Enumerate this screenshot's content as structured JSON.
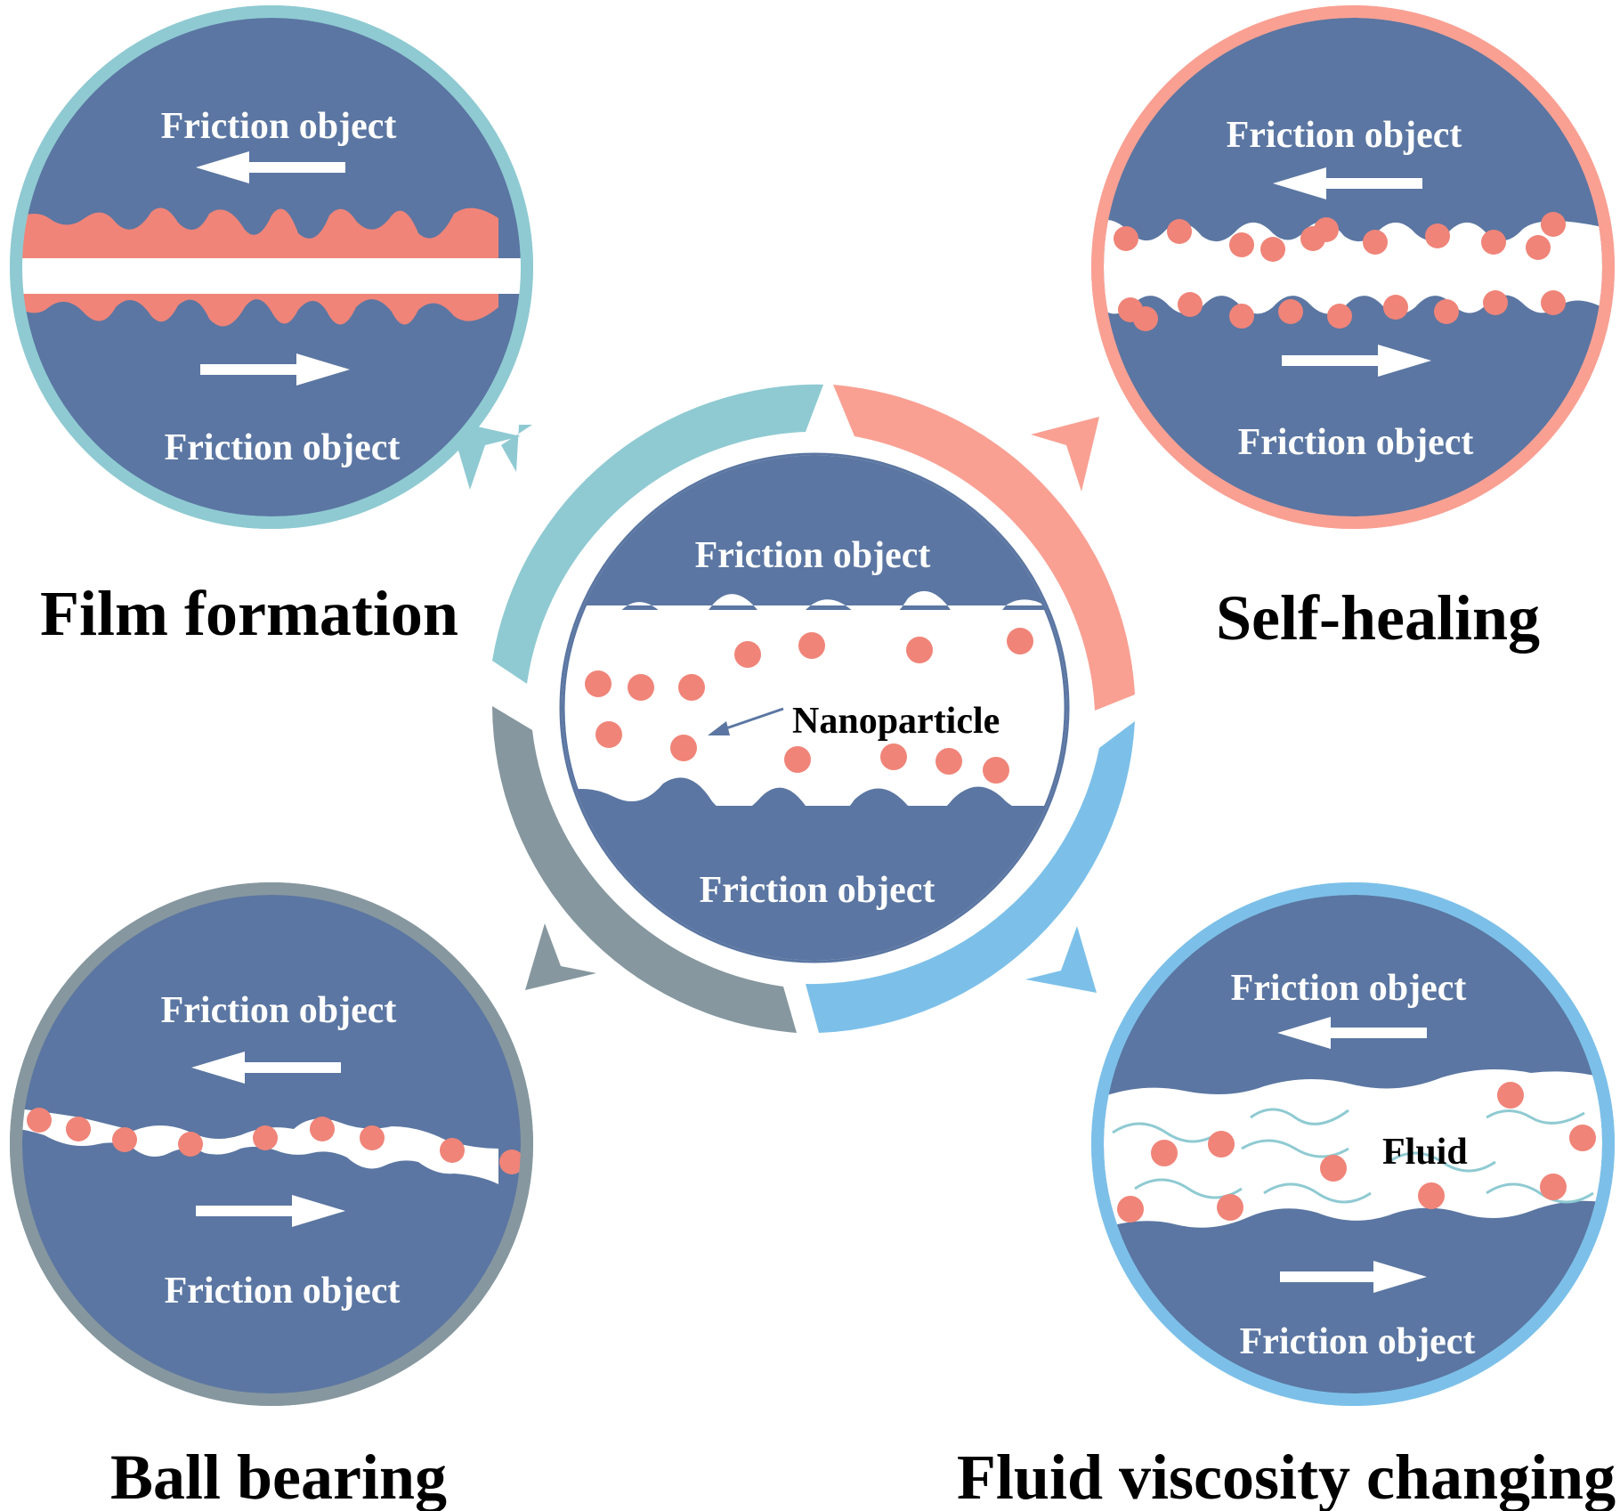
{
  "colors": {
    "object": "#5b76a2",
    "film": "#f08478",
    "white": "#ffffff",
    "teal": "#8fcad2",
    "salmon": "#f9a093",
    "grey": "#86979f",
    "blue": "#7cc0e9",
    "fluid_line": "#8fcad2"
  },
  "center": {
    "top_label": "Friction object",
    "bottom_label": "Friction object",
    "nanoparticle_label": "Nanoparticle"
  },
  "panels": {
    "film": {
      "title": "Film formation",
      "top_label": "Friction object",
      "bottom_label": "Friction object",
      "icon": "left-arrow / right-arrow"
    },
    "healing": {
      "title": "Self-healing",
      "top_label": "Friction object",
      "bottom_label": "Friction object"
    },
    "bearing": {
      "title": "Ball bearing",
      "top_label": "Friction object",
      "bottom_label": "Friction object"
    },
    "fluid": {
      "title": "Fluid viscosity changing",
      "top_label": "Friction object",
      "bottom_label": "Friction object",
      "fluid_label": "Fluid"
    }
  }
}
